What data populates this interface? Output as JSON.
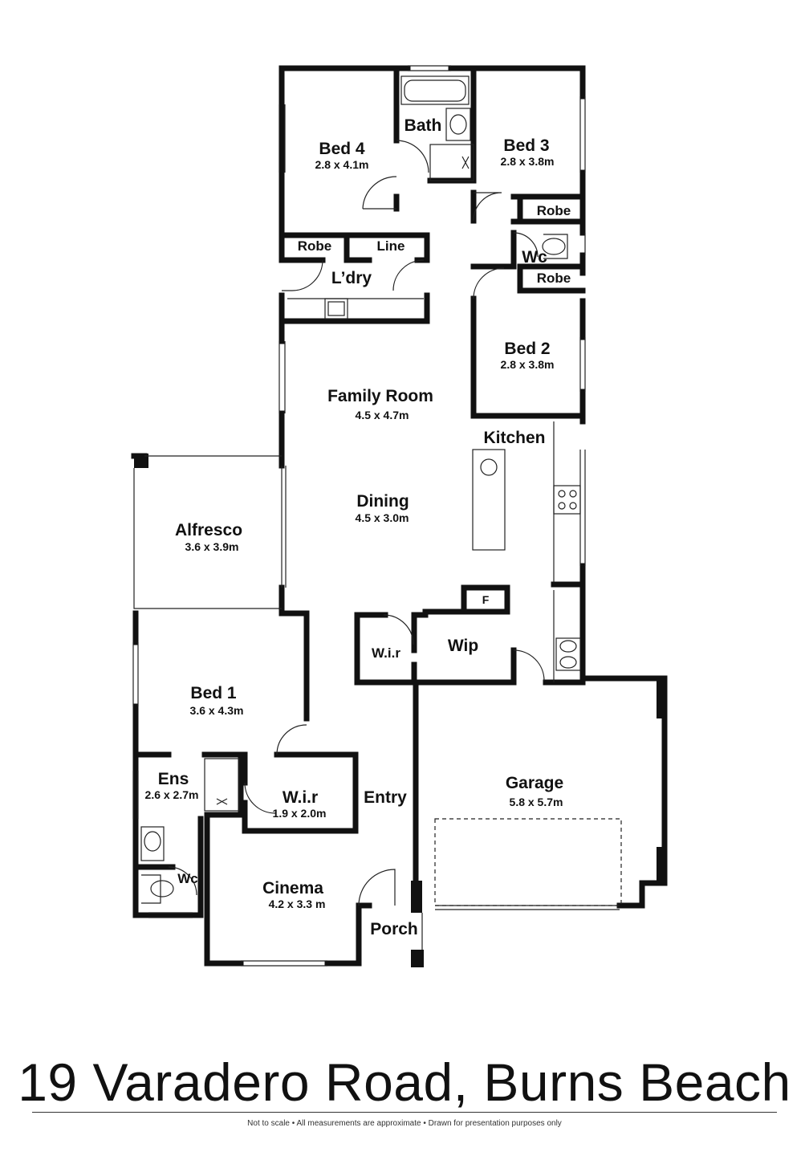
{
  "rooms": {
    "bed4": {
      "name": "Bed 4",
      "dims": "2.8 x 4.1m"
    },
    "bath": {
      "name": "Bath"
    },
    "bed3": {
      "name": "Bed 3",
      "dims": "2.8 x 3.8m"
    },
    "robe3": {
      "name": "Robe"
    },
    "wc_upper": {
      "name": "Wc"
    },
    "robe2": {
      "name": "Robe"
    },
    "robe4": {
      "name": "Robe"
    },
    "line": {
      "name": "Line"
    },
    "ldry": {
      "name": "L’dry"
    },
    "bed2": {
      "name": "Bed 2",
      "dims": "2.8 x 3.8m"
    },
    "family": {
      "name": "Family Room",
      "dims": "4.5 x 4.7m"
    },
    "kitchen": {
      "name": "Kitchen"
    },
    "dining": {
      "name": "Dining",
      "dims": "4.5 x 3.0m"
    },
    "alfresco": {
      "name": "Alfresco",
      "dims": "3.6 x 3.9m"
    },
    "fridge": {
      "name": "F"
    },
    "wir_upper": {
      "name": "W.i.r"
    },
    "wip": {
      "name": "Wip"
    },
    "bed1": {
      "name": "Bed 1",
      "dims": "3.6 x 4.3m"
    },
    "ens": {
      "name": "Ens",
      "dims": "2.6 x 2.7m"
    },
    "wir_lower": {
      "name": "W.i.r",
      "dims": "1.9 x 2.0m"
    },
    "entry": {
      "name": "Entry"
    },
    "garage": {
      "name": "Garage",
      "dims": "5.8 x 5.7m"
    },
    "wc_lower": {
      "name": "Wc"
    },
    "cinema": {
      "name": "Cinema",
      "dims": "4.2 x 3.3 m"
    },
    "porch": {
      "name": "Porch"
    }
  },
  "footer": {
    "address": "19 Varadero Road, Burns Beach",
    "disclaimer": "Not to scale  •  All measurements are approximate  •  Drawn for presentation purposes only"
  }
}
